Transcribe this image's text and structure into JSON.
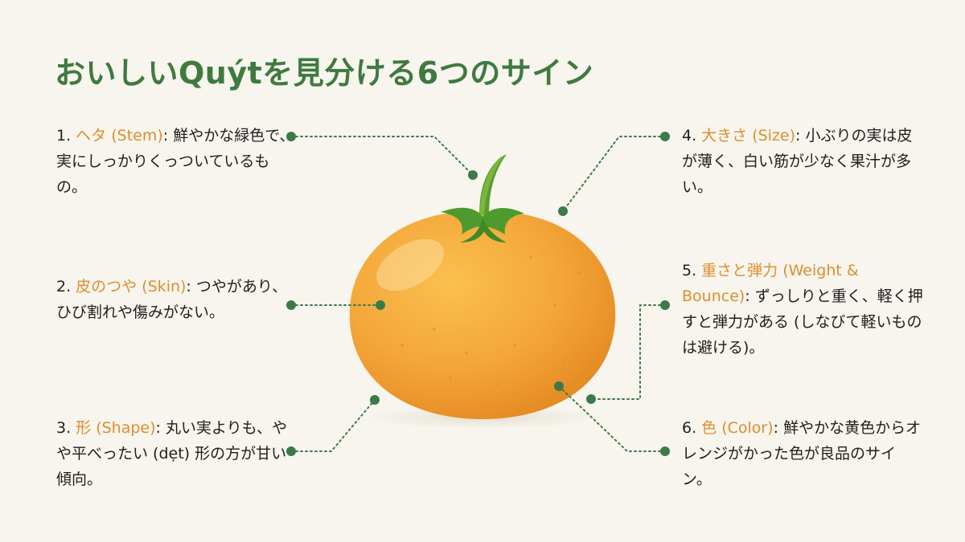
{
  "title": "おいしいQuýtを見分ける6つのサイン",
  "tips": [
    {
      "num": "1. ",
      "key": "ヘタ (Stem)",
      "text": ": 鮮やかな緑色で、実にしっかりくっついているもの。"
    },
    {
      "num": "2. ",
      "key": "皮のつや (Skin)",
      "text": ": つやがあり、ひび割れや傷みがない。"
    },
    {
      "num": "3. ",
      "key": "形 (Shape)",
      "text": ": 丸い実よりも、やや平べったい (dẹt) 形の方が甘い傾向。"
    },
    {
      "num": "4. ",
      "key": "大きさ (Size)",
      "text": ": 小ぶりの実は皮が薄く、白い筋が少なく果汁が多い。"
    },
    {
      "num": "5. ",
      "key": "重さと弾力 (Weight & Bounce)",
      "text": ": ずっしりと重く、軽く押すと弾力がある (しなびて軽いものは避ける)。"
    },
    {
      "num": "6. ",
      "key": "色 (Color)",
      "text": ": 鮮やかな黄色からオレンジがかった色が良品のサイン。"
    }
  ],
  "colors": {
    "title": "#3f7a3f",
    "accent": "#e08d2b",
    "connector": "#3d7a4a",
    "fruit": "#f2a23a",
    "leaf": "#4e9a2e",
    "background": "#f7f5ee"
  },
  "icons": [
    "tangerine-illustration"
  ]
}
